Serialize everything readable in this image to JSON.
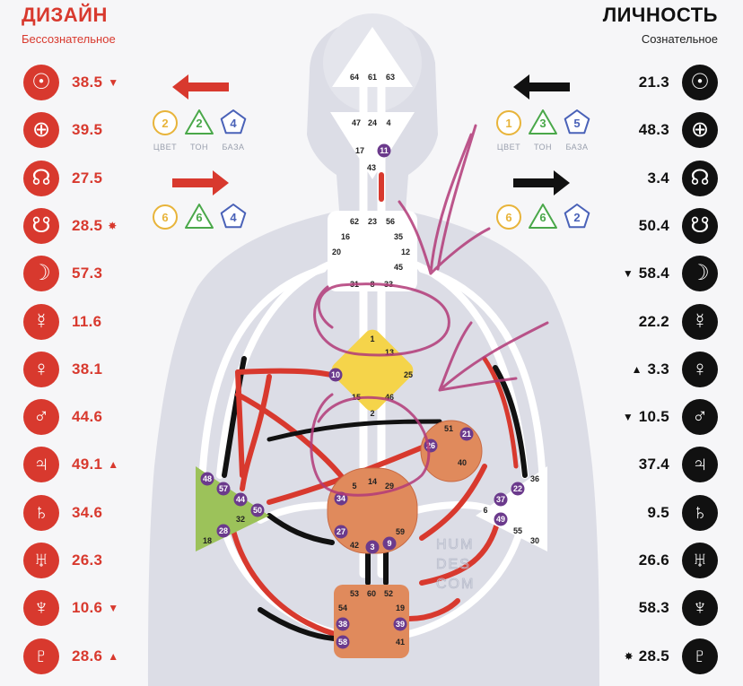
{
  "design": {
    "title": "ДИЗАЙН",
    "subtitle": "Бессознательное",
    "color": "#d8392e",
    "planets": [
      {
        "icon": "sun-icon",
        "glyph": "☉",
        "value": "38.5",
        "mark": "▼"
      },
      {
        "icon": "earth-icon",
        "glyph": "⊕",
        "value": "39.5",
        "mark": ""
      },
      {
        "icon": "north-node-icon",
        "glyph": "☊",
        "value": "27.5",
        "mark": ""
      },
      {
        "icon": "south-node-icon",
        "glyph": "☋",
        "value": "28.5",
        "mark": "✸"
      },
      {
        "icon": "moon-icon",
        "glyph": "☽",
        "value": "57.3",
        "mark": ""
      },
      {
        "icon": "mercury-icon",
        "glyph": "☿",
        "value": "11.6",
        "mark": ""
      },
      {
        "icon": "venus-icon",
        "glyph": "♀",
        "value": "38.1",
        "mark": ""
      },
      {
        "icon": "mars-icon",
        "glyph": "♂",
        "value": "44.6",
        "mark": ""
      },
      {
        "icon": "jupiter-icon",
        "glyph": "♃",
        "value": "49.1",
        "mark": "▲"
      },
      {
        "icon": "saturn-icon",
        "glyph": "♄",
        "value": "34.6",
        "mark": ""
      },
      {
        "icon": "uranus-icon",
        "glyph": "♅",
        "value": "26.3",
        "mark": ""
      },
      {
        "icon": "neptune-icon",
        "glyph": "♆",
        "value": "10.6",
        "mark": "▼"
      },
      {
        "icon": "pluto-icon",
        "glyph": "♇",
        "value": "28.6",
        "mark": "▲"
      }
    ]
  },
  "personality": {
    "title": "ЛИЧНОСТЬ",
    "subtitle": "Сознательное",
    "color": "#111111",
    "planets": [
      {
        "icon": "sun-icon",
        "glyph": "☉",
        "value": "21.3",
        "mark": ""
      },
      {
        "icon": "earth-icon",
        "glyph": "⊕",
        "value": "48.3",
        "mark": ""
      },
      {
        "icon": "north-node-icon",
        "glyph": "☊",
        "value": "3.4",
        "mark": ""
      },
      {
        "icon": "south-node-icon",
        "glyph": "☋",
        "value": "50.4",
        "mark": ""
      },
      {
        "icon": "moon-icon",
        "glyph": "☽",
        "value": "58.4",
        "mark": "▼"
      },
      {
        "icon": "mercury-icon",
        "glyph": "☿",
        "value": "22.2",
        "mark": ""
      },
      {
        "icon": "venus-icon",
        "glyph": "♀",
        "value": "3.3",
        "mark": "▲"
      },
      {
        "icon": "mars-icon",
        "glyph": "♂",
        "value": "10.5",
        "mark": "▼"
      },
      {
        "icon": "jupiter-icon",
        "glyph": "♃",
        "value": "37.4",
        "mark": ""
      },
      {
        "icon": "saturn-icon",
        "glyph": "♄",
        "value": "9.5",
        "mark": ""
      },
      {
        "icon": "uranus-icon",
        "glyph": "♅",
        "value": "26.6",
        "mark": ""
      },
      {
        "icon": "neptune-icon",
        "glyph": "♆",
        "value": "58.3",
        "mark": ""
      },
      {
        "icon": "pluto-icon",
        "glyph": "♇",
        "value": "28.5",
        "mark": "✸"
      }
    ]
  },
  "variables": {
    "labels": [
      "ЦВЕТ",
      "ТОН",
      "БАЗА"
    ],
    "design_top": [
      "2",
      "2",
      "4"
    ],
    "design_bottom": [
      "6",
      "6",
      "4"
    ],
    "personality_top": [
      "1",
      "3",
      "5"
    ],
    "personality_bottom": [
      "6",
      "6",
      "2"
    ]
  },
  "centers": {
    "head": [
      "64",
      "61",
      "63"
    ],
    "ajna": [
      "47",
      "24",
      "4",
      "17",
      "11",
      "43"
    ],
    "throat": [
      "62",
      "23",
      "56",
      "16",
      "35",
      "20",
      "12",
      "45",
      "31",
      "8",
      "33"
    ],
    "g": [
      "1",
      "13",
      "10",
      "25",
      "15",
      "46",
      "2"
    ],
    "heart": [
      "51",
      "21",
      "40",
      "26"
    ],
    "spleen": [
      "48",
      "57",
      "44",
      "50",
      "32",
      "28",
      "18"
    ],
    "sacral": [
      "5",
      "14",
      "29",
      "34",
      "27",
      "42",
      "3",
      "9",
      "59"
    ],
    "solar": [
      "36",
      "22",
      "37",
      "6",
      "49",
      "55",
      "30"
    ],
    "root": [
      "53",
      "60",
      "52",
      "54",
      "19",
      "38",
      "39",
      "58",
      "41"
    ]
  },
  "watermark": [
    "HUM",
    "DES",
    "COM"
  ],
  "colors": {
    "design_red": "#d8392e",
    "personality_black": "#111111",
    "defined_center": "#e08a5c",
    "g_center": "#f5d44a",
    "spleen_center": "#9cc25a",
    "undefined_center": "#ffffff",
    "gate_dot": "#6b3a8c",
    "scribble": "#b23a78"
  }
}
